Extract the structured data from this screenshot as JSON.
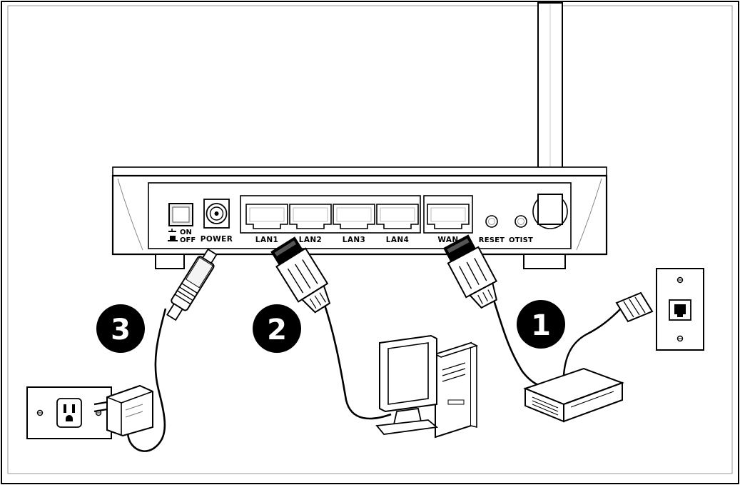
{
  "router": {
    "switch_on_label": "ON",
    "switch_off_label": "OFF",
    "power_label": "POWER",
    "ports": [
      "LAN1",
      "LAN2",
      "LAN3",
      "LAN4"
    ],
    "wan_label": "WAN",
    "reset_label": "RESET",
    "otist_label": "OTIST"
  },
  "steps": [
    "1",
    "2",
    "3"
  ]
}
